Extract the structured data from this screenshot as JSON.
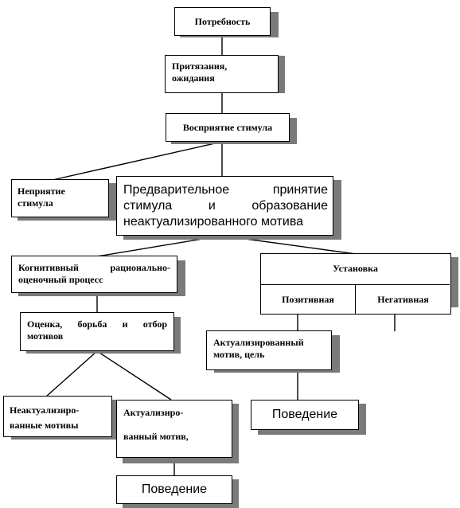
{
  "diagram": {
    "need": "Потребность",
    "claims": [
      "Притязания,",
      "ожидания"
    ],
    "perception": "Восприятие стимула",
    "rejection": [
      "Неприятие",
      "стимула"
    ],
    "preliminary": [
      "Предварительное принятие",
      "стимула и образование",
      "неактуализированного мотива"
    ],
    "cognitive": [
      "Когнитивный рационально-",
      "оценочный процесс"
    ],
    "setting": {
      "title": "Установка",
      "positive": "Позитивная",
      "negative": "Негативная"
    },
    "evaluation": [
      "Оценка, борьба и отбор",
      "мотивов"
    ],
    "actualized_right": [
      "Актуализированный",
      "мотив, цель"
    ],
    "non_actualized": [
      "Неактуализиро-",
      "ванные мотивы"
    ],
    "actualized_left": [
      "Актуализиро-",
      "ванный мотив,"
    ],
    "behavior_right": "Поведение",
    "behavior_bottom": "Поведение"
  }
}
